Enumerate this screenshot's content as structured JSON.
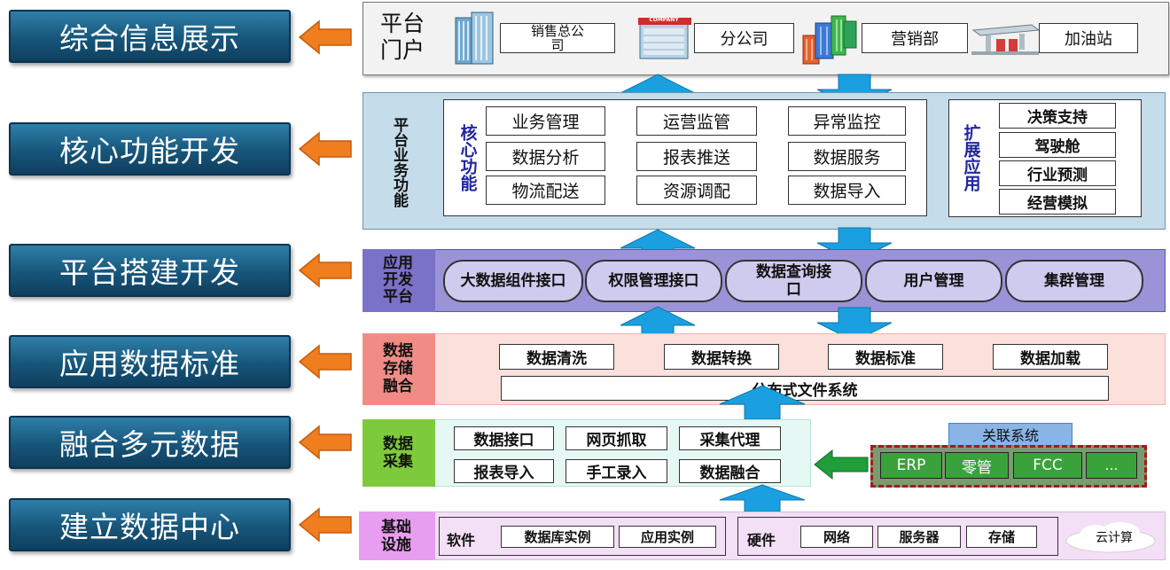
{
  "left_labels": [
    "综合信息展示",
    "核心功能开发",
    "平台搭建开发",
    "应用数据标准",
    "融合多元数据",
    "建立数据中心"
  ],
  "portal": {
    "title": "平台门户",
    "items": [
      "销售总公司",
      "分公司",
      "营销部",
      "加油站"
    ],
    "company_sign": "COMPANY"
  },
  "business": {
    "title": "平台业务功能",
    "core_label": "核心功能",
    "core": [
      "业务管理",
      "运营监管",
      "异常监控",
      "数据分析",
      "报表推送",
      "数据服务",
      "物流配送",
      "资源调配",
      "数据导入"
    ],
    "ext_label": "扩展应用",
    "ext": [
      "决策支持",
      "驾驶舱",
      "行业预测",
      "经营模拟"
    ]
  },
  "app_platform": {
    "title": "应用开发平台",
    "items": [
      "大数据组件接口",
      "权限管理接口",
      "数据查询接口",
      "用户管理",
      "集群管理"
    ]
  },
  "storage": {
    "title": "数据存储融合",
    "items": [
      "数据清洗",
      "数据转换",
      "数据标准",
      "数据加载"
    ],
    "fs": "分布式文件系统"
  },
  "collect": {
    "title": "数据采集",
    "items": [
      "数据接口",
      "网页抓取",
      "采集代理",
      "报表导入",
      "手工录入",
      "数据融合"
    ]
  },
  "related": {
    "title": "关联系统",
    "items": [
      "ERP",
      "零管",
      "FCC",
      "…"
    ]
  },
  "infra": {
    "title": "基础设施",
    "software_label": "软件",
    "software": [
      "数据库实例",
      "应用实例"
    ],
    "hardware_label": "硬件",
    "hardware": [
      "网络",
      "服务器",
      "存储"
    ],
    "cloud": "云计算"
  },
  "colors": {
    "label_blue": "#17557a",
    "arrow_orange": "#f07d1e",
    "arrow_blue": "#1aa0e0",
    "arrow_green": "#1f9e3a",
    "portal_bg": "#f2f2f2",
    "business_bg": "#c5dcea",
    "app_bg": "#9a93d8",
    "app_pill": "#cfcbee",
    "storage_bg": "#fbe0dc",
    "storage_head": "#f08c85",
    "collect_bg": "#e6f8f3",
    "collect_head": "#7dcb3d",
    "infra_bg": "#f3dff6",
    "infra_head": "#e89ef0",
    "related_border": "#a01c1c",
    "related_box": "#3aa23a"
  }
}
